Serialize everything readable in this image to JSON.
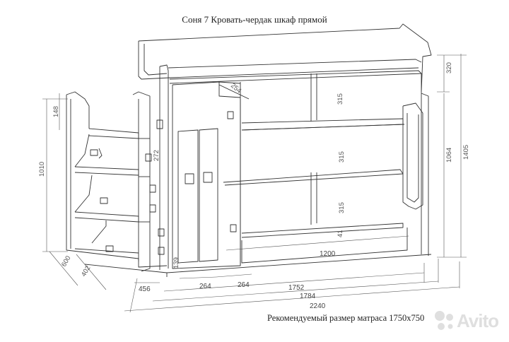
{
  "title": "Соня 7 Кровать-чердак шкаф прямой",
  "caption": "Рекомендуемый размер матраса 1750x750",
  "watermark": "Avito",
  "dimensions": {
    "d320": "320",
    "d1405": "1405",
    "d1064": "1064",
    "d1010": "1010",
    "d148": "148",
    "d254": "254",
    "d272": "272",
    "d315a": "315",
    "d315b": "315",
    "d315c": "315",
    "d41": "41",
    "d139": "139",
    "d1200": "1200",
    "d600": "600",
    "d402": "402",
    "d456": "456",
    "d264a": "264",
    "d264b": "264",
    "d1752": "1752",
    "d1784": "1784",
    "d2240": "2240"
  }
}
